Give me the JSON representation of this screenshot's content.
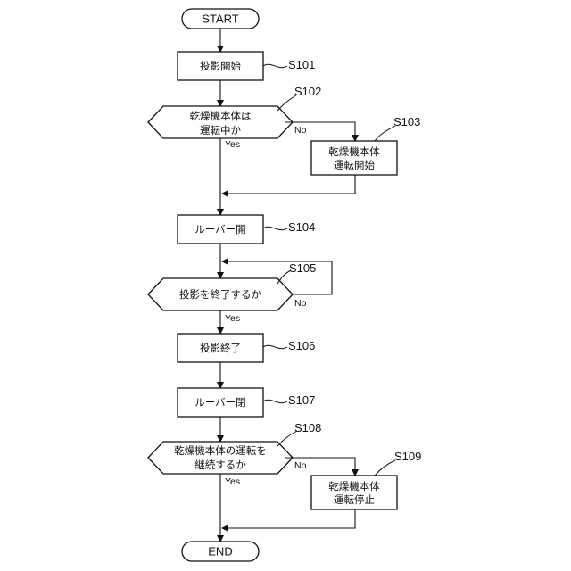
{
  "nodes": {
    "start": "START",
    "s101": "投影開始",
    "s102_l1": "乾燥機本体は",
    "s102_l2": "運転中か",
    "s103_l1": "乾燥機本体",
    "s103_l2": "運転開始",
    "s104": "ルーバー開",
    "s105": "投影を終了するか",
    "s106": "投影終了",
    "s107": "ルーバー閉",
    "s108_l1": "乾燥機本体の運転を",
    "s108_l2": "継続するか",
    "s109_l1": "乾燥機本体",
    "s109_l2": "運転停止",
    "end": "END"
  },
  "steps": {
    "s101": "S101",
    "s102": "S102",
    "s103": "S103",
    "s104": "S104",
    "s105": "S105",
    "s106": "S106",
    "s107": "S107",
    "s108": "S108",
    "s109": "S109"
  },
  "branches": {
    "s102_yes": "Yes",
    "s102_no": "No",
    "s105_yes": "Yes",
    "s105_no": "No",
    "s108_yes": "Yes",
    "s108_no": "No"
  }
}
